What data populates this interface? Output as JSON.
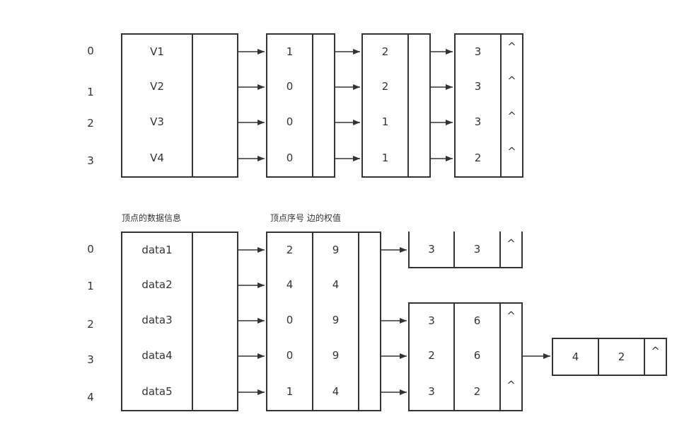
{
  "diagram1": {
    "indices": [
      "0",
      "1",
      "2",
      "3"
    ],
    "vertices": [
      "V1",
      "V2",
      "V3",
      "V4"
    ],
    "rows": [
      [
        "1",
        "2",
        "3"
      ],
      [
        "0",
        "2",
        "3"
      ],
      [
        "0",
        "1",
        "3"
      ],
      [
        "0",
        "1",
        "2"
      ]
    ],
    "null_symbol": "^"
  },
  "diagram2": {
    "caption_vertex_data": "顶点的数据信息",
    "caption_edge": "顶点序号  边的权值",
    "indices": [
      "0",
      "1",
      "2",
      "3",
      "4"
    ],
    "vertices": [
      "data1",
      "data2",
      "data3",
      "data4",
      "data5"
    ],
    "first_edges": [
      {
        "adj": "2",
        "weight": "9"
      },
      {
        "adj": "4",
        "weight": "4"
      },
      {
        "adj": "0",
        "weight": "9"
      },
      {
        "adj": "0",
        "weight": "9"
      },
      {
        "adj": "1",
        "weight": "4"
      }
    ],
    "second_edges": [
      {
        "row": 0,
        "adj": "3",
        "weight": "3",
        "next_null": true
      },
      {
        "row": 2,
        "adj": "3",
        "weight": "6",
        "next_null": true
      },
      {
        "row": 3,
        "adj": "2",
        "weight": "6",
        "next_null": false
      },
      {
        "row": 4,
        "adj": "3",
        "weight": "2",
        "next_null": true
      }
    ],
    "third_edges": [
      {
        "row": 3,
        "adj": "4",
        "weight": "2",
        "next_null": true
      }
    ],
    "null_symbol": "^"
  }
}
